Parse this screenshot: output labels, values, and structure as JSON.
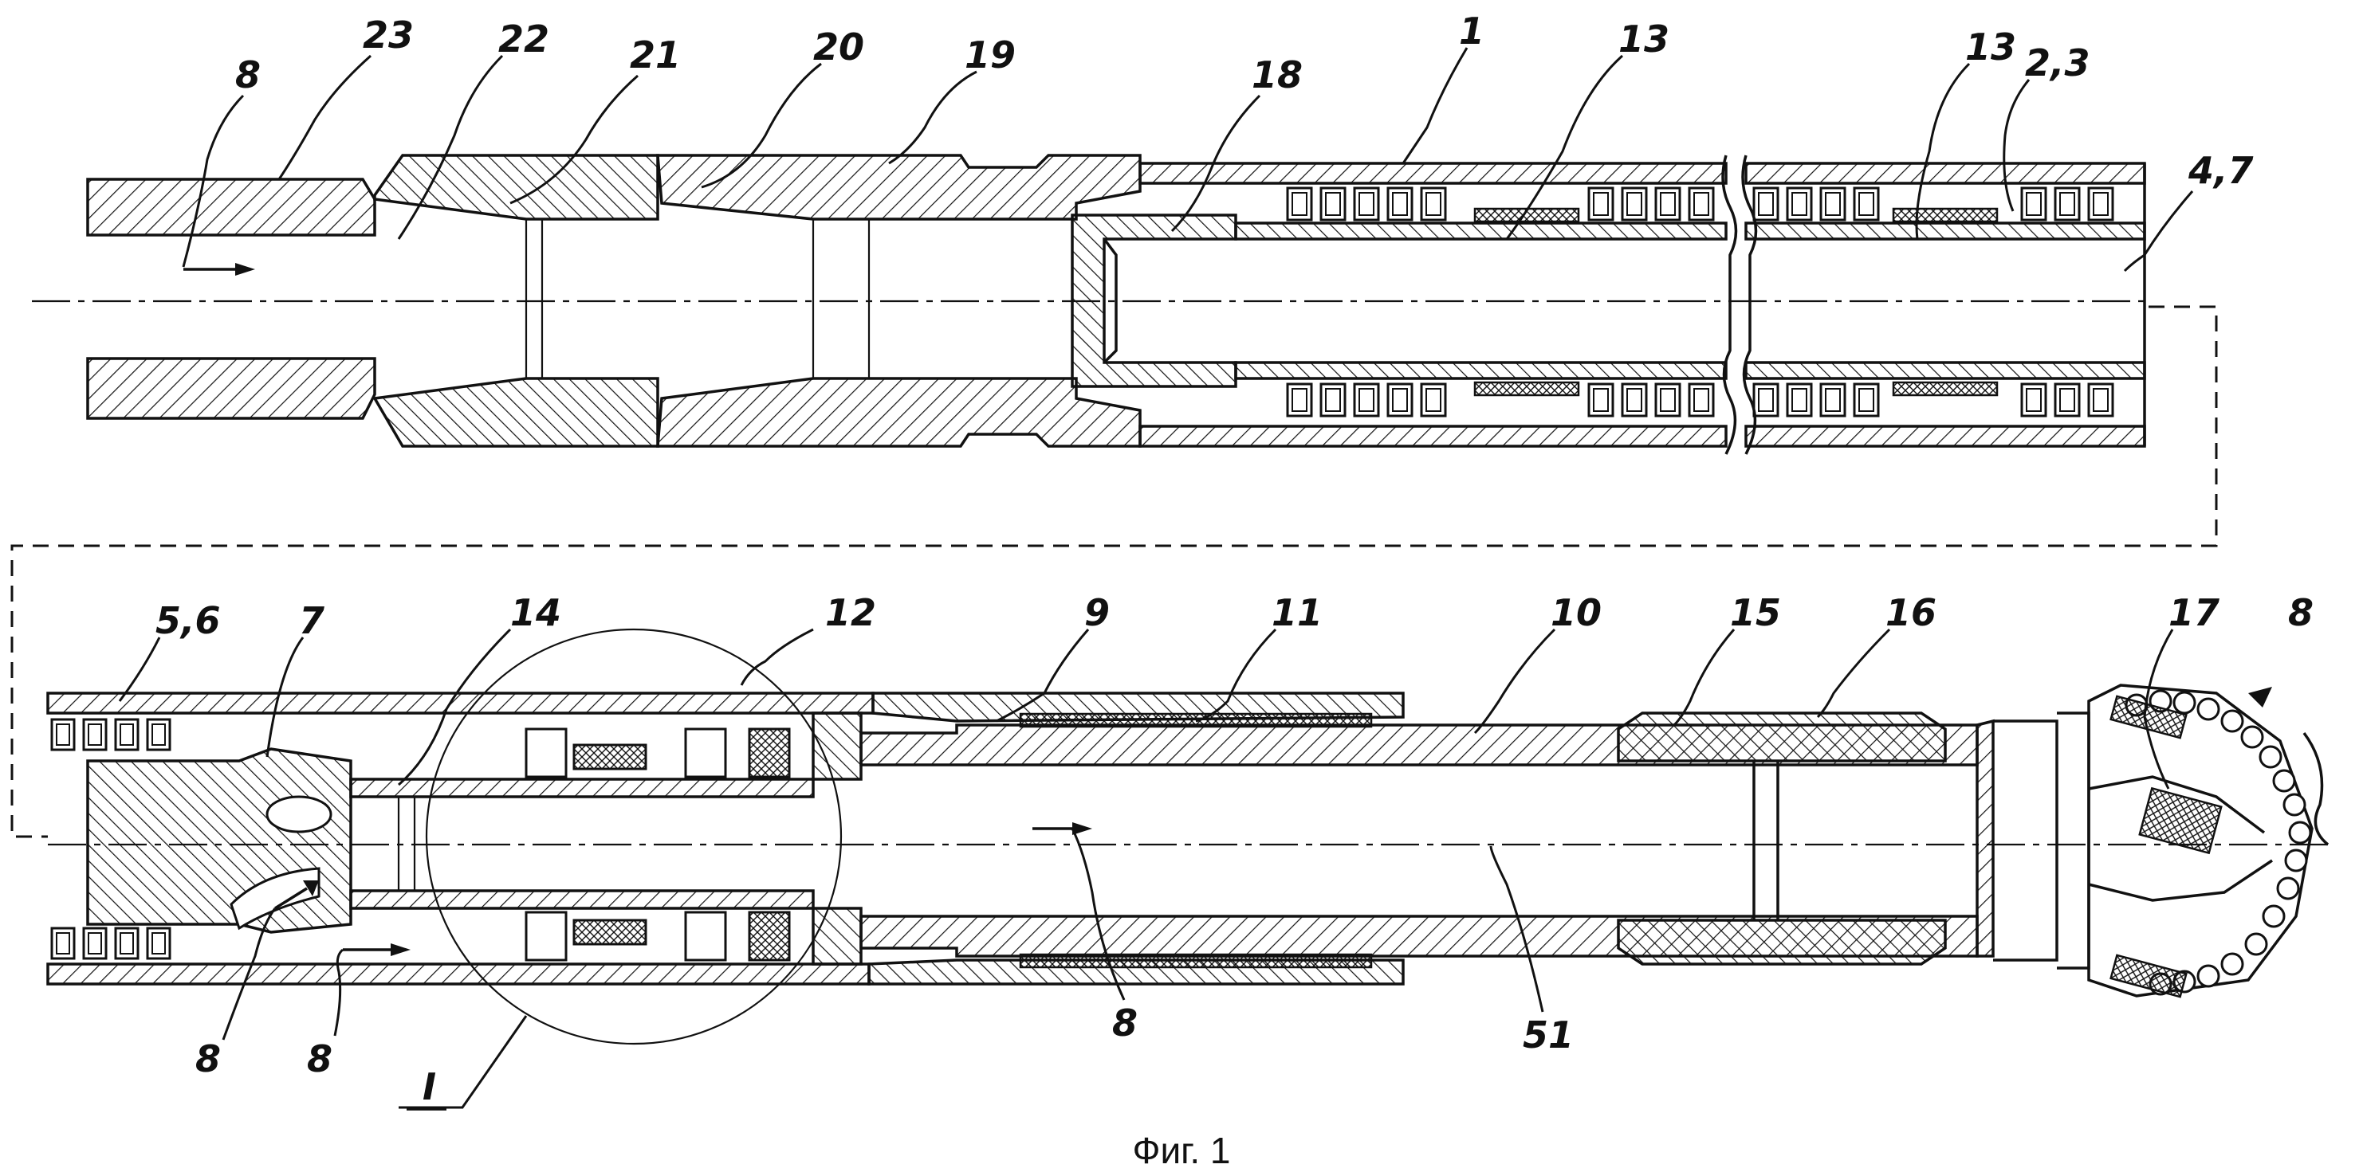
{
  "figure": {
    "caption": "Фиг. 1"
  },
  "labels": {
    "l8_top": "8",
    "l23": "23",
    "l22": "22",
    "l21": "21",
    "l20": "20",
    "l19": "19",
    "l18": "18",
    "l1": "1",
    "l13_a": "13",
    "l13_b": "13",
    "l2_3": "2,3",
    "l4_7": "4,7",
    "l5_6": "5,6",
    "l7": "7",
    "l14": "14",
    "l12": "12",
    "l9": "9",
    "l11": "11",
    "l10": "10",
    "l15": "15",
    "l16": "16",
    "l17": "17",
    "l8_right": "8",
    "l8_bl1": "8",
    "l8_bl2": "8",
    "l8_mid": "8",
    "l51": "51",
    "lI": "I"
  }
}
